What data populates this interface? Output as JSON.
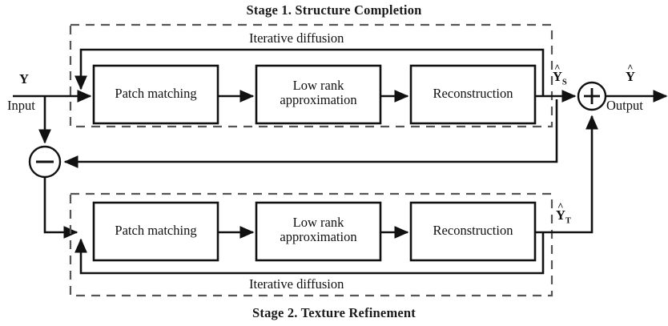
{
  "figure": {
    "type": "block-diagram",
    "stages": [
      {
        "id": "stage1",
        "title": "Stage 1. Structure Completion",
        "feedback_label": "Iterative diffusion",
        "feedback_label_position": "top-inside",
        "blocks": [
          {
            "name": "patch-matching",
            "label": "Patch matching"
          },
          {
            "name": "low-rank-approximation",
            "label": "Low rank\napproximation"
          },
          {
            "name": "reconstruction",
            "label": "Reconstruction"
          }
        ],
        "output_signal": {
          "base": "Y",
          "hat": "^",
          "subscript": "S"
        }
      },
      {
        "id": "stage2",
        "title": "Stage 2. Texture Refinement",
        "feedback_label": "Iterative diffusion",
        "feedback_label_position": "bottom-inside",
        "blocks": [
          {
            "name": "patch-matching",
            "label": "Patch matching"
          },
          {
            "name": "low-rank-approximation",
            "label": "Low rank\napproximation"
          },
          {
            "name": "reconstruction",
            "label": "Reconstruction"
          }
        ],
        "output_signal": {
          "base": "Y",
          "hat": "^",
          "subscript": "T"
        }
      }
    ],
    "input": {
      "signal": "Y",
      "caption": "Input"
    },
    "output": {
      "signal": {
        "base": "Y",
        "hat": "^"
      },
      "caption": "Output"
    },
    "operators": [
      {
        "name": "subtract-node",
        "symbol": "−"
      },
      {
        "name": "sum-node",
        "symbol": "+"
      }
    ],
    "colors": {
      "stroke": "#111111",
      "dashed_stroke": "#555555",
      "text": "#111111",
      "background": "#ffffff"
    }
  }
}
